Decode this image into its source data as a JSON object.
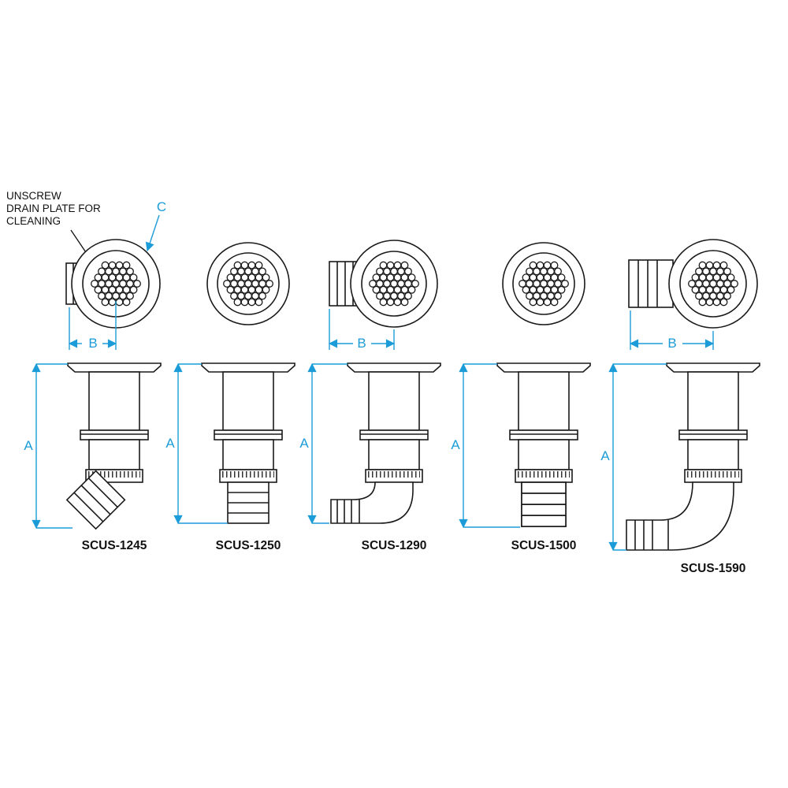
{
  "colors": {
    "line": "#1a1a1a",
    "dimension": "#1b9cd8",
    "background": "#ffffff"
  },
  "annotation": {
    "lines": [
      "UNSCREW",
      "DRAIN PLATE FOR",
      "CLEANING"
    ]
  },
  "dimensions": {
    "a": "A",
    "b": "B",
    "c": "C"
  },
  "products": [
    {
      "label": "SCUS-1245"
    },
    {
      "label": "SCUS-1250"
    },
    {
      "label": "SCUS-1290"
    },
    {
      "label": "SCUS-1500"
    },
    {
      "label": "SCUS-1590"
    }
  ]
}
